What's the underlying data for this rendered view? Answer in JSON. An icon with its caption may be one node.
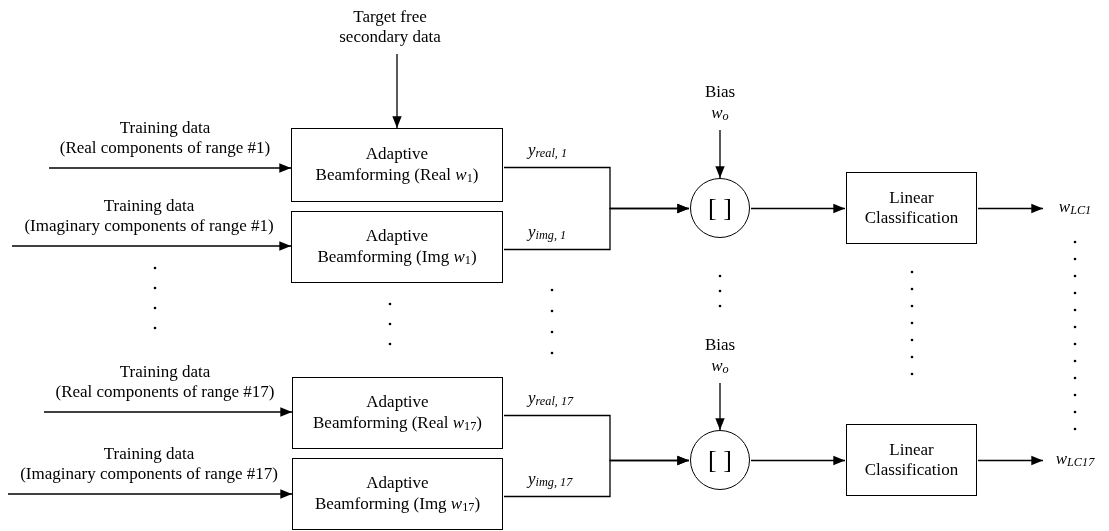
{
  "diagram": {
    "nodes": [
      {
        "text": [
          "Target free secondary data"
        ]
      },
      {
        "text": [
          "Training data (Real components of range #1)"
        ]
      },
      {
        "text": [
          "Adaptive Beamforming (Real *w*$_{1}$)"
        ]
      },
      {
        "text": [
          "Training data (Imaginary components of range #1)"
        ]
      },
      {
        "text": [
          "Adaptive Beamforming (Img *w*$_{1}$)"
        ]
      },
      {
        "text": [
          "Bias",
          "w$_{o}$"
        ]
      },
      {
        "text": [
          "[ ]"
        ]
      },
      {
        "text": [
          "Linear Classification"
        ]
      },
      {
        "text": [
          "w$_{LC1}$"
        ]
      },
      {
        "text": [
          "Training data (Real components of range #17)"
        ]
      },
      {
        "text": [
          "Adaptive Beamforming (Real *w*$_{17}$)"
        ]
      },
      {
        "text": [
          "Training data (Imaginary components of range #17)"
        ]
      },
      {
        "text": [
          "Adaptive Beamforming (Img *w*$_{17}$)"
        ]
      },
      {
        "text": [
          "Bias",
          "w$_{o}$"
        ]
      },
      {
        "text": [
          "[ ]"
        ]
      },
      {
        "text": [
          "Linear Classification"
        ]
      },
      {
        "text": [
          "w$_{LC17}$"
        ]
      }
    ],
    "edges": [
      {
        "from": 0,
        "to": 2,
        "arrow": "to"
      },
      {
        "from": 1,
        "to": 2,
        "arrow": "to"
      },
      {
        "from": 3,
        "to": 4,
        "arrow": "to"
      },
      {
        "from": 2,
        "to": 6,
        "arrow": "to",
        "label": "y$_{real, 1}$"
      },
      {
        "from": 4,
        "to": 6,
        "arrow": "to",
        "label": "y$_{img, 1}$"
      },
      {
        "from": 5,
        "to": 6,
        "arrow": "to"
      },
      {
        "from": 6,
        "to": 7,
        "arrow": "to"
      },
      {
        "from": 7,
        "to": 8,
        "arrow": "to"
      },
      {
        "from": 9,
        "to": 10,
        "arrow": "to"
      },
      {
        "from": 11,
        "to": 12,
        "arrow": "to"
      },
      {
        "from": 10,
        "to": 14,
        "arrow": "to",
        "label": "y$_{real, 17}$"
      },
      {
        "from": 12,
        "to": 14,
        "arrow": "to",
        "label": "y$_{img, 17}$"
      },
      {
        "from": 13,
        "to": 14,
        "arrow": "to"
      },
      {
        "from": 14,
        "to": 15,
        "arrow": "to"
      },
      {
        "from": 15,
        "to": 16,
        "arrow": "to"
      }
    ]
  }
}
